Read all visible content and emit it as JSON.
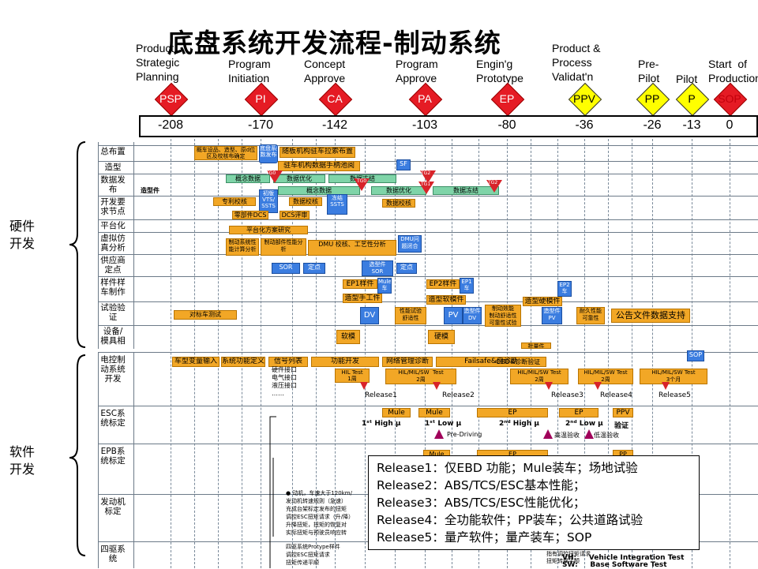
{
  "title": "底盘系统开发流程-制动系统",
  "milestones": [
    {
      "label": "Product\nStrategic\nPlanning",
      "abbr": "PSP",
      "days": "-208",
      "color": "#e51b24",
      "text_color": "#ffffff"
    },
    {
      "label": "Program\nInitiation",
      "abbr": "PI",
      "days": "-170",
      "color": "#e51b24",
      "text_color": "#ffffff"
    },
    {
      "label": "Concept\nApprove",
      "abbr": "CA",
      "days": "-142",
      "color": "#e51b24",
      "text_color": "#ffffff"
    },
    {
      "label": "Program\nApprove",
      "abbr": "PA",
      "days": "-103",
      "color": "#e51b24",
      "text_color": "#ffffff"
    },
    {
      "label": "Engin'g\nPrototype",
      "abbr": "EP",
      "days": "-80",
      "color": "#e51b24",
      "text_color": "#ffffff"
    },
    {
      "label": "Product &\nProcess\nValidat'n",
      "abbr": "PPV",
      "days": "-36",
      "color": "#ffff00",
      "text_color": "#000000"
    },
    {
      "label": "Pre-\nPilot",
      "abbr": "PP",
      "days": "-26",
      "color": "#ffff00",
      "text_color": "#000000"
    },
    {
      "label": "Pilot",
      "abbr": "P",
      "days": "-13",
      "color": "#ffff00",
      "text_color": "#000000"
    },
    {
      "label": "Start  of\nProduction",
      "abbr": "SOP",
      "days": "0",
      "color": "#e51b24",
      "text_color": "#e51b24"
    }
  ],
  "sections": {
    "hardware": "硬件\n开发",
    "software": "软件\n开发"
  },
  "hw_rows": [
    "总布置",
    "造型",
    "数据发布",
    "开发要求节点",
    "平台化",
    "虚拟仿真分析",
    "供应商定点",
    "样件样车制作",
    "试验验证",
    "设备/模具相"
  ],
  "sw_rows": [
    "电控制动系统开发",
    "ESC系统标定",
    "EPB系统标定",
    "发动机标定",
    "四驱系统"
  ],
  "hw_tasks": {
    "t1": "概车设品、造型、原d位  区及校核布确定",
    "t2": "底盘系统\n数发布",
    "t3": "随板机构驻车拉索布置",
    "t4": "驻车机构数据手柄池阅",
    "t5": "概念数据",
    "t6": "数据优化",
    "t7": "数据冻结",
    "t8": "造型件",
    "t9": "概念数据",
    "t10": "数据优化",
    "t11": "数据冻结",
    "t12": "专利校核",
    "t13": "数据校核",
    "t14": "数据校核",
    "t15": "初版\nVTS/\nSSTS",
    "t16": "冻结\nSSTS",
    "t17": "零部件DCS",
    "t18": "DCS评审",
    "t19": "平台化方案研究",
    "t20": "制动系统性\n能计算分析",
    "t21": "制动部件性能分\n析",
    "t22": "DMU 校核、工艺性分析",
    "t23": "DMU问\n题闭合",
    "t24": "SOR",
    "t25": "定点",
    "t26": "选型件\nSOR",
    "t27": "定点",
    "t28": "EP1样件",
    "t29": "Mule\n车",
    "t30": "EP2样件",
    "t31": "EP1\n车",
    "t32": "EP2\n车",
    "t33": "造型手工件",
    "t34": "造型软模件",
    "t35": "造型硬模件",
    "t36": "对标车测试",
    "t37": "DV",
    "t38": "性能试验\n舒适性",
    "t39": "PV",
    "t40": "造型件\nDV",
    "t41": "制动效能\n制动舒适性\n可靠性试验",
    "t42": "造型件\nPV",
    "t43": "耐久性能\n可靠性",
    "t44": "公告文件数据支持",
    "t45": "软模",
    "t46": "硬模",
    "t47": "批量件",
    "tg0": "TG0",
    "tg1": "TG1",
    "tg2": "TG2",
    "sf": "SF"
  },
  "sw_tasks": {
    "s1": "车型变量输入",
    "s2": "系统功能定义",
    "s3": "信号列表",
    "s4": "硬件接口\n电气接口\n液压接口\n……",
    "s5": "功能开发",
    "s6": "网络管理诊断",
    "s7": "Failsafe&自诊断",
    "s8": "OBD&诊断验证",
    "s9": "HIL Test\n1周",
    "s10": "HIL/MIL/SW  Test\n2周",
    "s11": "HIL/MIL/SW Test\n2周",
    "s12": "HIL/MIL/SW Test\n2周",
    "s13": "HIL/MIL/SW Test\n3个月",
    "r1": "Release1",
    "r2": "Release2",
    "r3": "Release3",
    "r4": "Release4",
    "r5": "Release5",
    "sop": "SOP",
    "mule1": "Mule",
    "mule2": "Mule",
    "ep1": "EP",
    "ep2": "EP",
    "ppv": "PPV",
    "high1": "1ˢᵗ High μ",
    "low1": "1ˢᵗ Low μ",
    "high2": "2ⁿᵈ High μ",
    "low2": "2ⁿᵈ Low μ",
    "verify": "验证",
    "predriving": "Pre-Driving",
    "hotcheck": "高温验收",
    "coldcheck": "低温验收",
    "epb_mule": "Mule",
    "epb_ep": "EP",
    "epb_pp": "PP",
    "eng_text": "● 动机，车速大于120km/\n发动机转速规则（急速）\n充成台架标定发布的扭矩\n调控ESC扭矩请求（升/降）\n升降扭矩，扭矩的恢复对\n实际扭矩与预驶员响应转",
    "awd_text": "四驱系统Protype样件\n调控ESC扭矩请求\n扭矩传递平顺",
    "awd_text2": "指有调控扭矩请求\n扭矩转换平顺",
    "vh": "VH:     Vehicle Integration Test",
    "sw": "SW:     Base Software Test"
  },
  "releases": [
    "Release1：仅EBD 功能；Mule装车；场地试验",
    "Release2：ABS/TCS/ESC基本性能；",
    "Release3：ABS/TCS/ESC性能优化；",
    "Release4：全功能软件；PP装车；公共道路试验",
    "Release5：量产软件；量产装车；SOP"
  ]
}
